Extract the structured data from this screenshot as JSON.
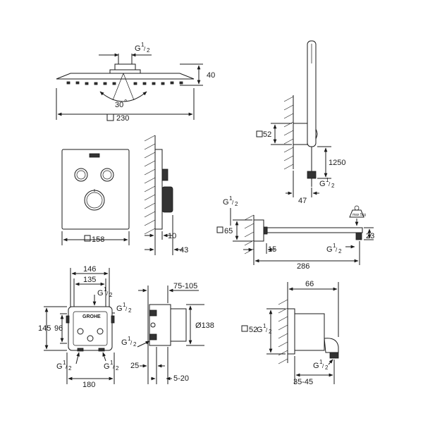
{
  "colors": {
    "line": "#1a1a1a",
    "fill_dark": "#333333",
    "background": "#ffffff"
  },
  "thread": {
    "letter": "G",
    "fraction_num": "1",
    "fraction_den": "2"
  },
  "rain_shower": {
    "height": "40",
    "diameter": "230",
    "tilt": "30",
    "tilt_unit": "°"
  },
  "thermostat_panel": {
    "width": "158",
    "depth_face": "10",
    "depth_total": "43"
  },
  "hand_shower": {
    "holder_square": "52",
    "hose_length": "1250",
    "offset": "47"
  },
  "shower_arm": {
    "flange_square": "65",
    "wall_depth": "15",
    "length": "286",
    "load_label": "max 5kg",
    "drop": "23"
  },
  "rough_in_box": {
    "width_outer": "146",
    "width_inner": "135",
    "height_outer": "145",
    "height_inner": "96",
    "width_total": "180",
    "brand": "GROHE"
  },
  "rough_in_side": {
    "depth_range": "75-105",
    "diameter": "138",
    "depth": "25",
    "adjust_range": "5-20"
  },
  "wall_outlet": {
    "square": "52",
    "projection": "66",
    "range": "35-45"
  },
  "icons": {
    "square_symbol": "square-dimension-icon",
    "diameter_symbol": "diameter-symbol-icon",
    "weight": "weight-icon"
  }
}
